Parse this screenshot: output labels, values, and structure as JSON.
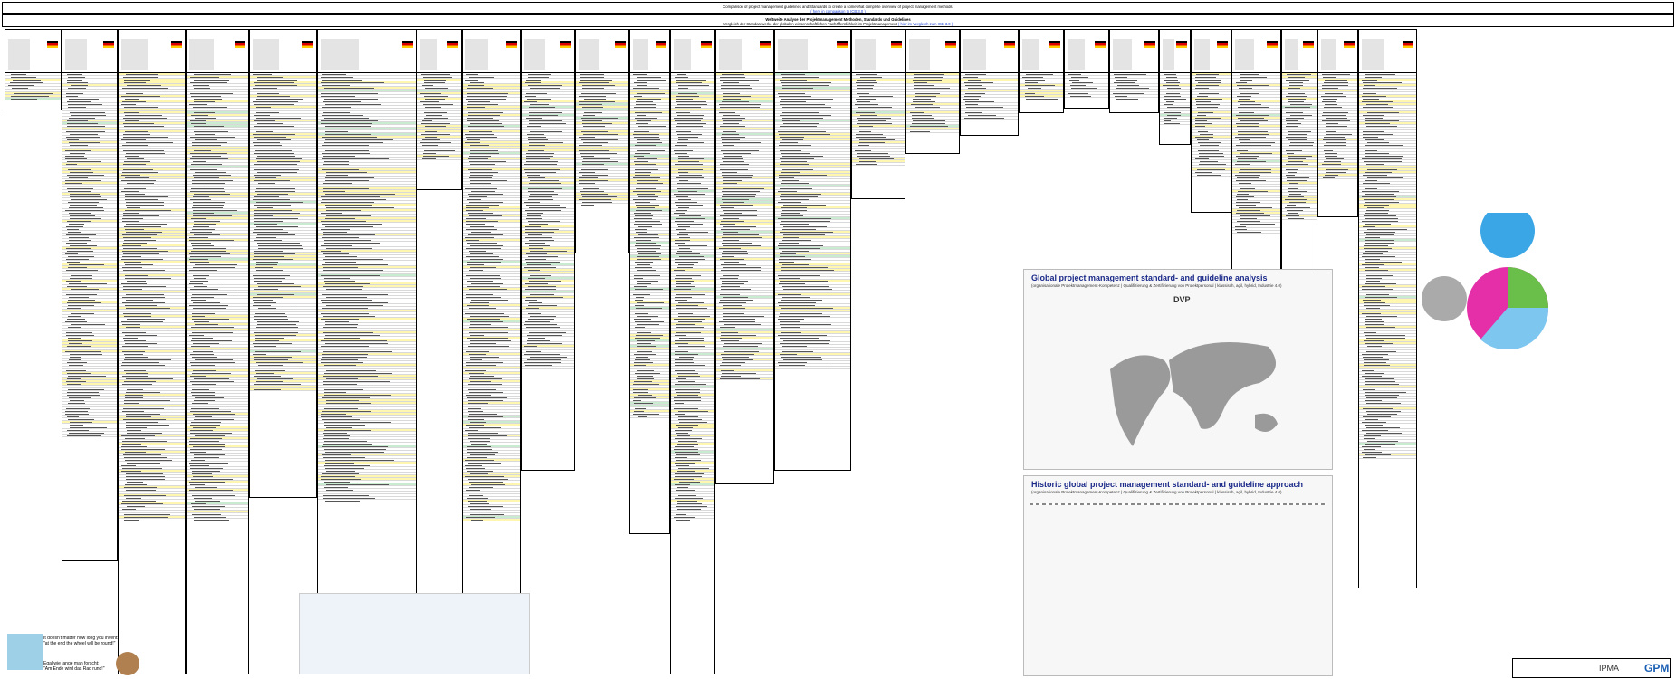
{
  "header": {
    "title_en": "Comparison of project management guidelines and Standards to create a somewhat complete overview of project management methods.",
    "link_en": "( here in comparison to ICB 3.0 )",
    "title_de": "Weltweite Analyse der Projektmanagement Methoden, Standards und Guidelines",
    "subtitle_de": "Vergleich der Standardwerke der globalen wissenschaftlichen Fachöffentlichkeit im Projektmanagement",
    "link_de": "( hier im Vergleich zum ICB 3.0 )"
  },
  "global_panel": {
    "title": "Global project management standard- and guideline analysis",
    "subtitle": "(organisationale Projektmanagement-Kompetenz | Qualifizierung & Zertifizierung von Projektpersonal | klassisch, agil, hybrid, Industrie 4.0)",
    "logo": "DVP"
  },
  "historic_panel": {
    "title": "Historic global project management standard- and guideline approach",
    "subtitle": "(organisationale Projektmanagement-Kompetenz | Qualifizierung & Zertifizierung von Projektpersonal | klassisch, agil, hybrid, Industrie 4.0)"
  },
  "quote": {
    "en_line1": "It doesn't matter how long you invent:",
    "en_line2": "\"at the end the wheel will be round!\"",
    "de_line1": "Egal wie lange man forscht:",
    "de_line2": "\"Am Ende wird das Rad rund!\""
  },
  "footer_logos": {
    "ipma": "IPMA",
    "gpm": "GPM"
  },
  "colors": {
    "highlight_yellow": "#fff6b0",
    "highlight_green": "#c9ecd0",
    "link_blue": "#1a3fd6",
    "title_navy": "#1b2a8a"
  }
}
